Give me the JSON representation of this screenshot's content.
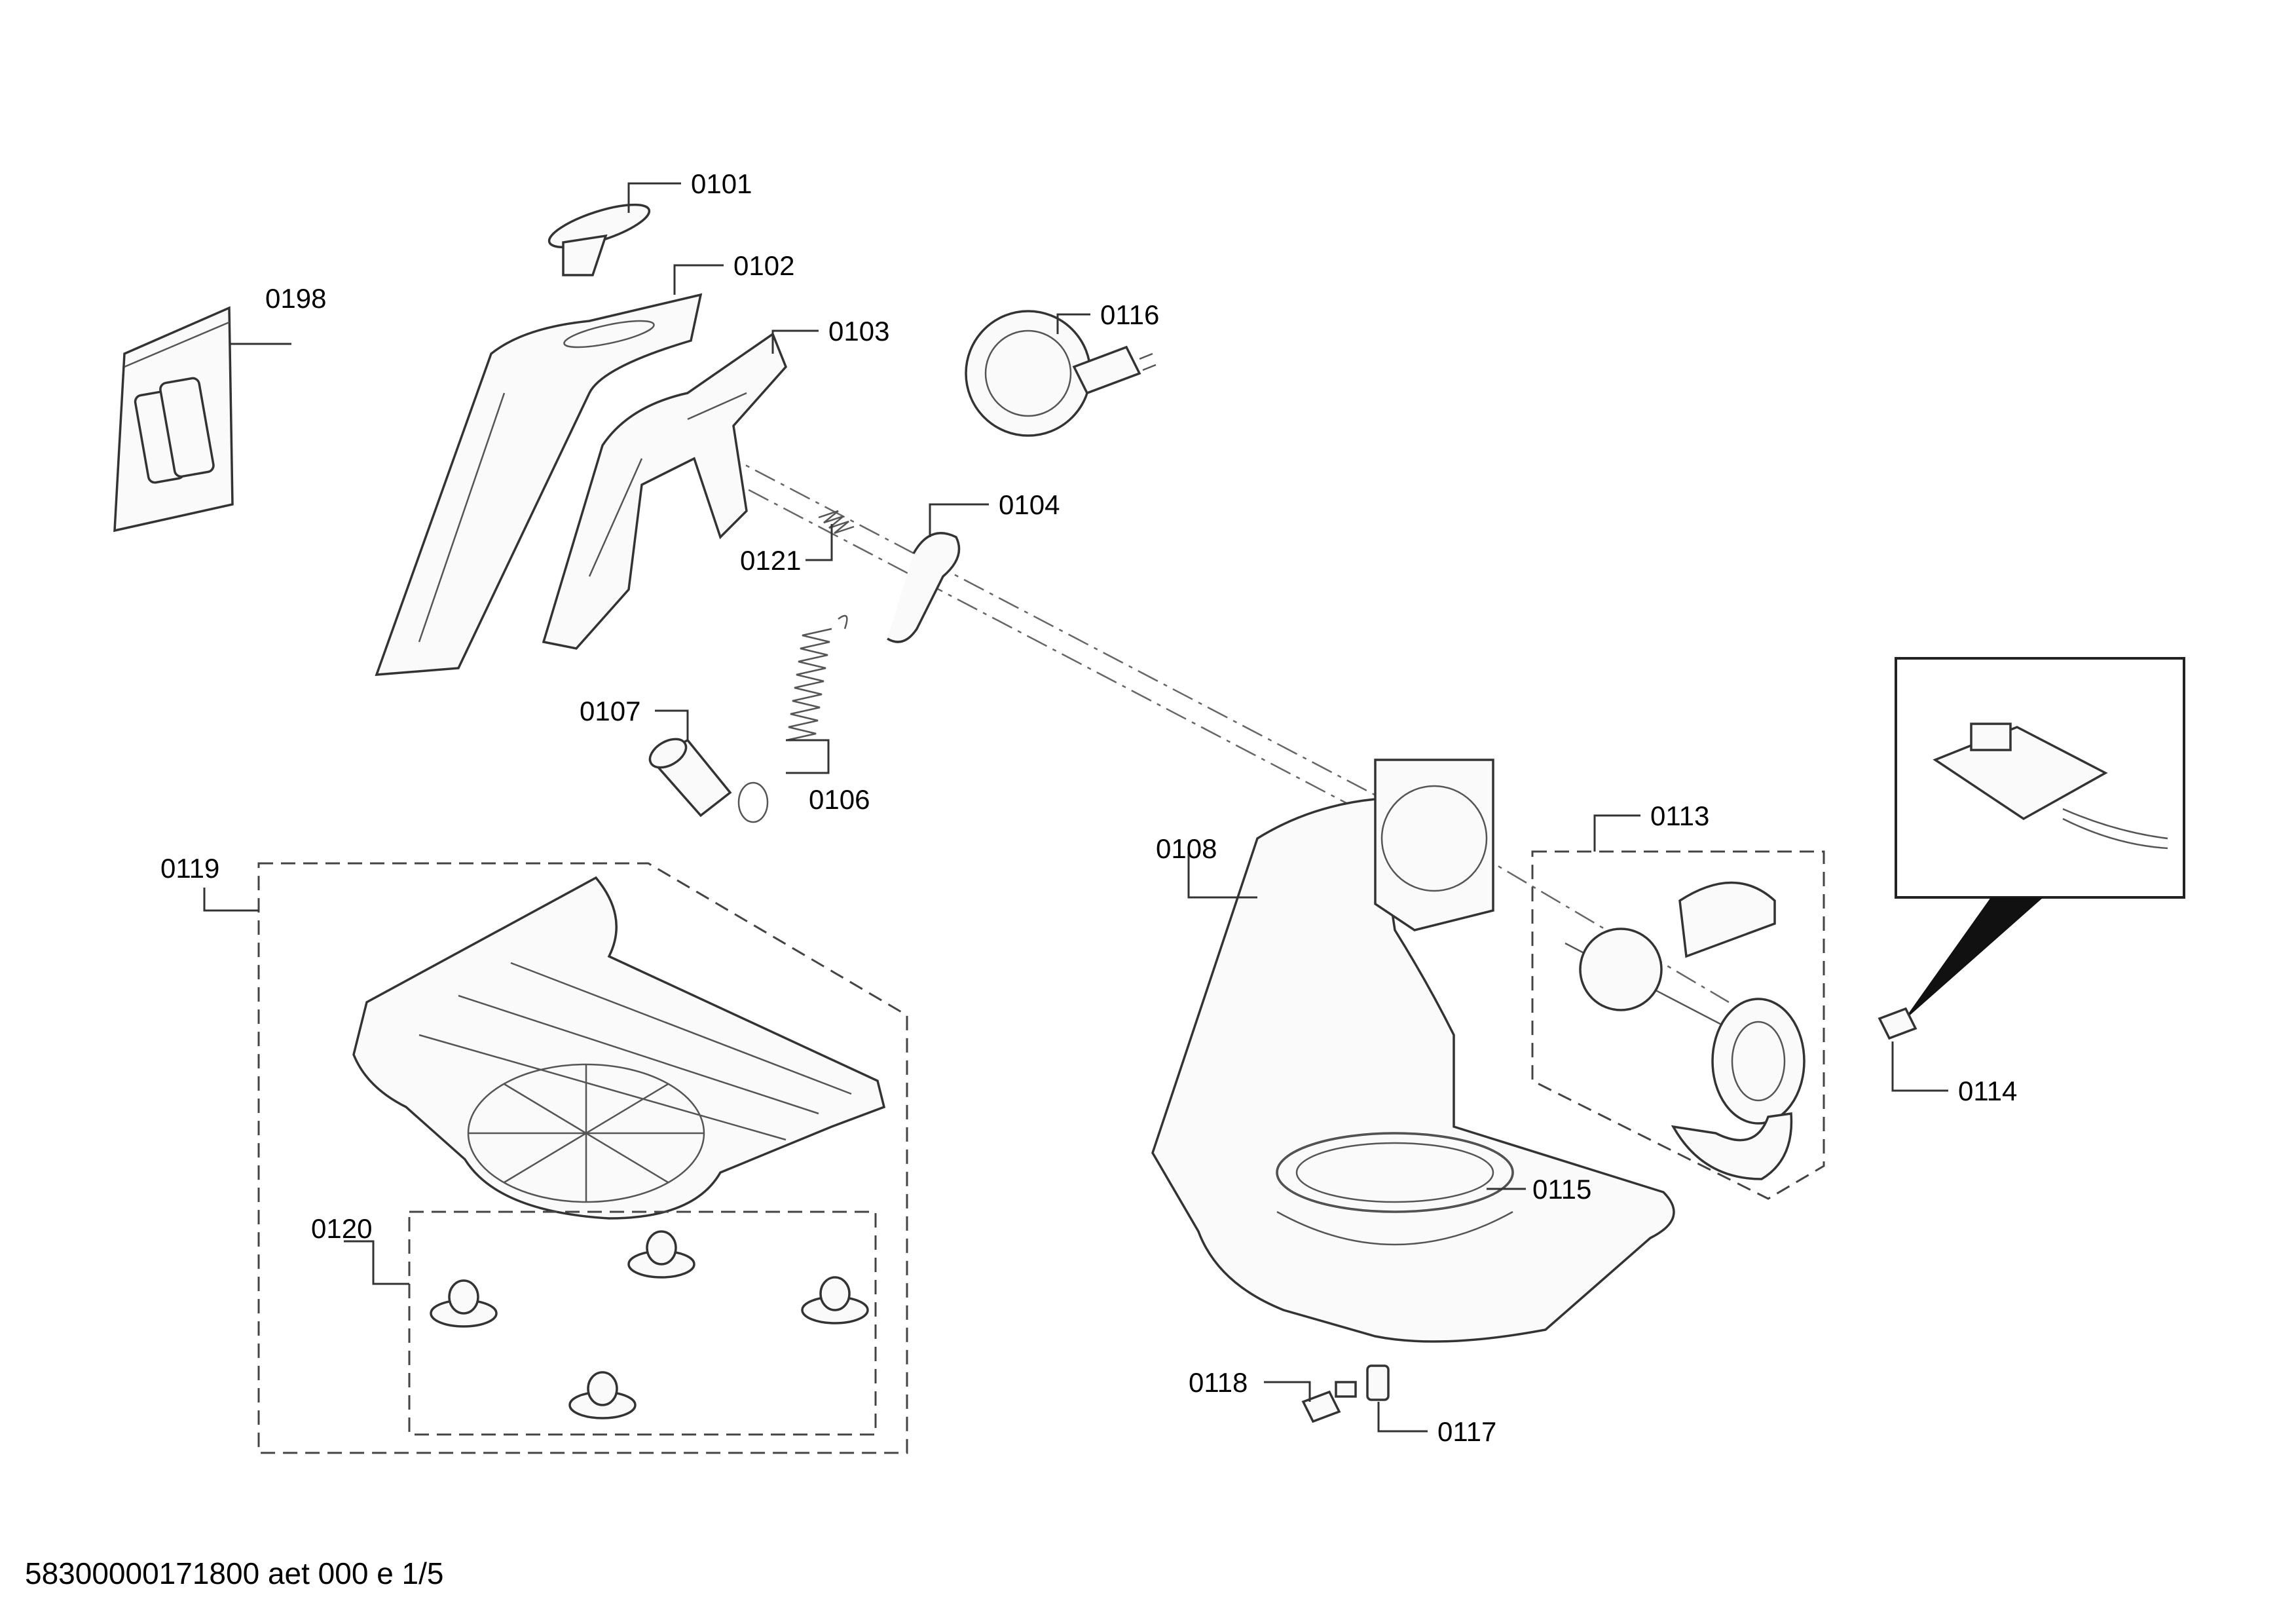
{
  "callouts": [
    {
      "id": "0101",
      "label": "0101"
    },
    {
      "id": "0102",
      "label": "0102"
    },
    {
      "id": "0103",
      "label": "0103"
    },
    {
      "id": "0104",
      "label": "0104"
    },
    {
      "id": "0106",
      "label": "0106"
    },
    {
      "id": "0107",
      "label": "0107"
    },
    {
      "id": "0108",
      "label": "0108"
    },
    {
      "id": "0113",
      "label": "0113"
    },
    {
      "id": "0114",
      "label": "0114"
    },
    {
      "id": "0115",
      "label": "0115"
    },
    {
      "id": "0116",
      "label": "0116"
    },
    {
      "id": "0117",
      "label": "0117"
    },
    {
      "id": "0118",
      "label": "0118"
    },
    {
      "id": "0119",
      "label": "0119"
    },
    {
      "id": "0120",
      "label": "0120"
    },
    {
      "id": "0121",
      "label": "0121"
    },
    {
      "id": "0198",
      "label": "0198"
    }
  ],
  "footer": "58300000171800 aet 000 e 1/5"
}
